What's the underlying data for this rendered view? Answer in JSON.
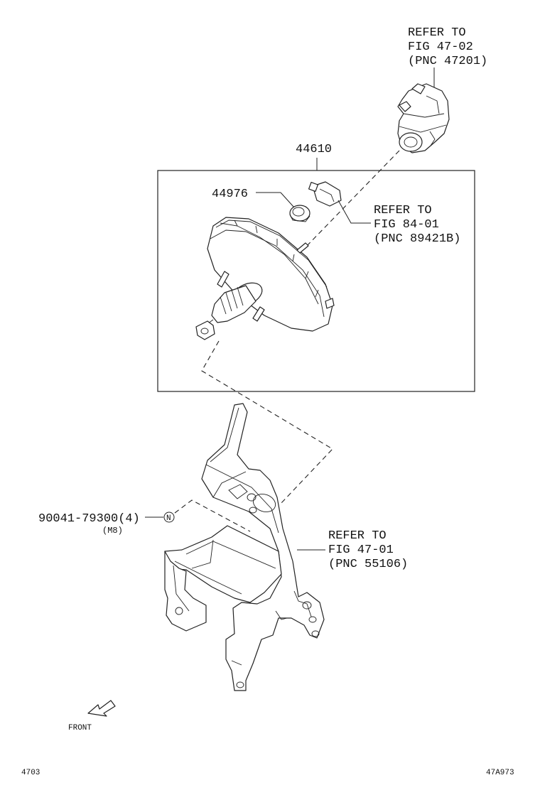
{
  "diagram": {
    "figure_code": "4703",
    "illustration_code": "47A973",
    "main_assembly": {
      "part_number": "44610"
    },
    "parts": [
      {
        "part_number": "44976"
      },
      {
        "part_number": "90041-79300(4)",
        "size_note": "(M8)"
      }
    ],
    "references": [
      {
        "line1": "REFER TO",
        "line2": "FIG 47-02",
        "line3": "(PNC 47201)"
      },
      {
        "line1": "REFER TO",
        "line2": "FIG 84-01",
        "line3": "(PNC 89421B)"
      },
      {
        "line1": "REFER TO",
        "line2": "FIG 47-01",
        "line3": "(PNC 55106)"
      }
    ],
    "front_label": "FRONT",
    "nut_symbol": "N"
  }
}
